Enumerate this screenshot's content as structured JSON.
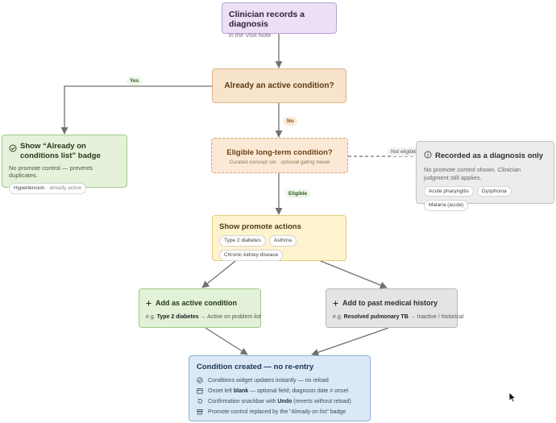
{
  "nodes": {
    "start": {
      "title": "Clinician records a diagnosis",
      "subtitle": "in the Visit Note"
    },
    "active_check": {
      "title": "Already an active condition?"
    },
    "eligible_check": {
      "title": "Eligible long-term condition?",
      "subtitle": "Curated concept set · optional gating tweak"
    },
    "already_badge": {
      "title": "Show “Already on conditions list” badge",
      "desc": "No promote control — prevents duplicates.",
      "chip_name": "Hypertension",
      "chip_status": "· already active",
      "icon": "check-circle-icon"
    },
    "recorded": {
      "title": "Recorded as a diagnosis only",
      "desc": "No promote control shown. Clinician judgment still applies.",
      "chips": [
        "Acute pharyngitis",
        "Dysphonia",
        "Malaria (acute)"
      ],
      "icon": "info-icon"
    },
    "promote": {
      "title": "Show promote actions",
      "chips": [
        "Type 2 diabetes",
        "Asthma",
        "Chronic kidney disease"
      ]
    },
    "add_active": {
      "title": "Add as active condition",
      "ex_prefix": "e.g.",
      "ex_term": "Type 2 diabetes",
      "ex_result": "→ Active on problem list"
    },
    "add_past": {
      "title": "Add to past medical history",
      "ex_prefix": "e.g.",
      "ex_term": "Resolved pulmonary TB",
      "ex_result": "→ Inactive / historical"
    },
    "created": {
      "title": "Condition created — no re-entry",
      "items": [
        {
          "icon": "check-circle-icon",
          "pre": "Conditions widget updates instantly — no reload",
          "bold": "",
          "post": ""
        },
        {
          "icon": "calendar-icon",
          "pre": "Onset left ",
          "bold": "blank",
          "post": " — optional field; diagnosis date ≠ onset"
        },
        {
          "icon": "undo-icon",
          "pre": "Confirmation snackbar with ",
          "bold": "Undo",
          "post": " (reverts without reload)"
        },
        {
          "icon": "archive-icon",
          "pre": "Promote control replaced by the “Already on list” badge",
          "bold": "",
          "post": ""
        }
      ]
    }
  },
  "edge_labels": {
    "yes": "Yes",
    "no": "No",
    "eligible": "Eligible",
    "not_eligible": "Not eligible"
  },
  "colors": {
    "edge": "#707070",
    "start": "#ebe0f5",
    "decision": "#f8e3cc",
    "positive": "#e3f1d8",
    "neutral": "#ececec",
    "promote": "#fdf3cf",
    "result": "#dbe8f6"
  }
}
